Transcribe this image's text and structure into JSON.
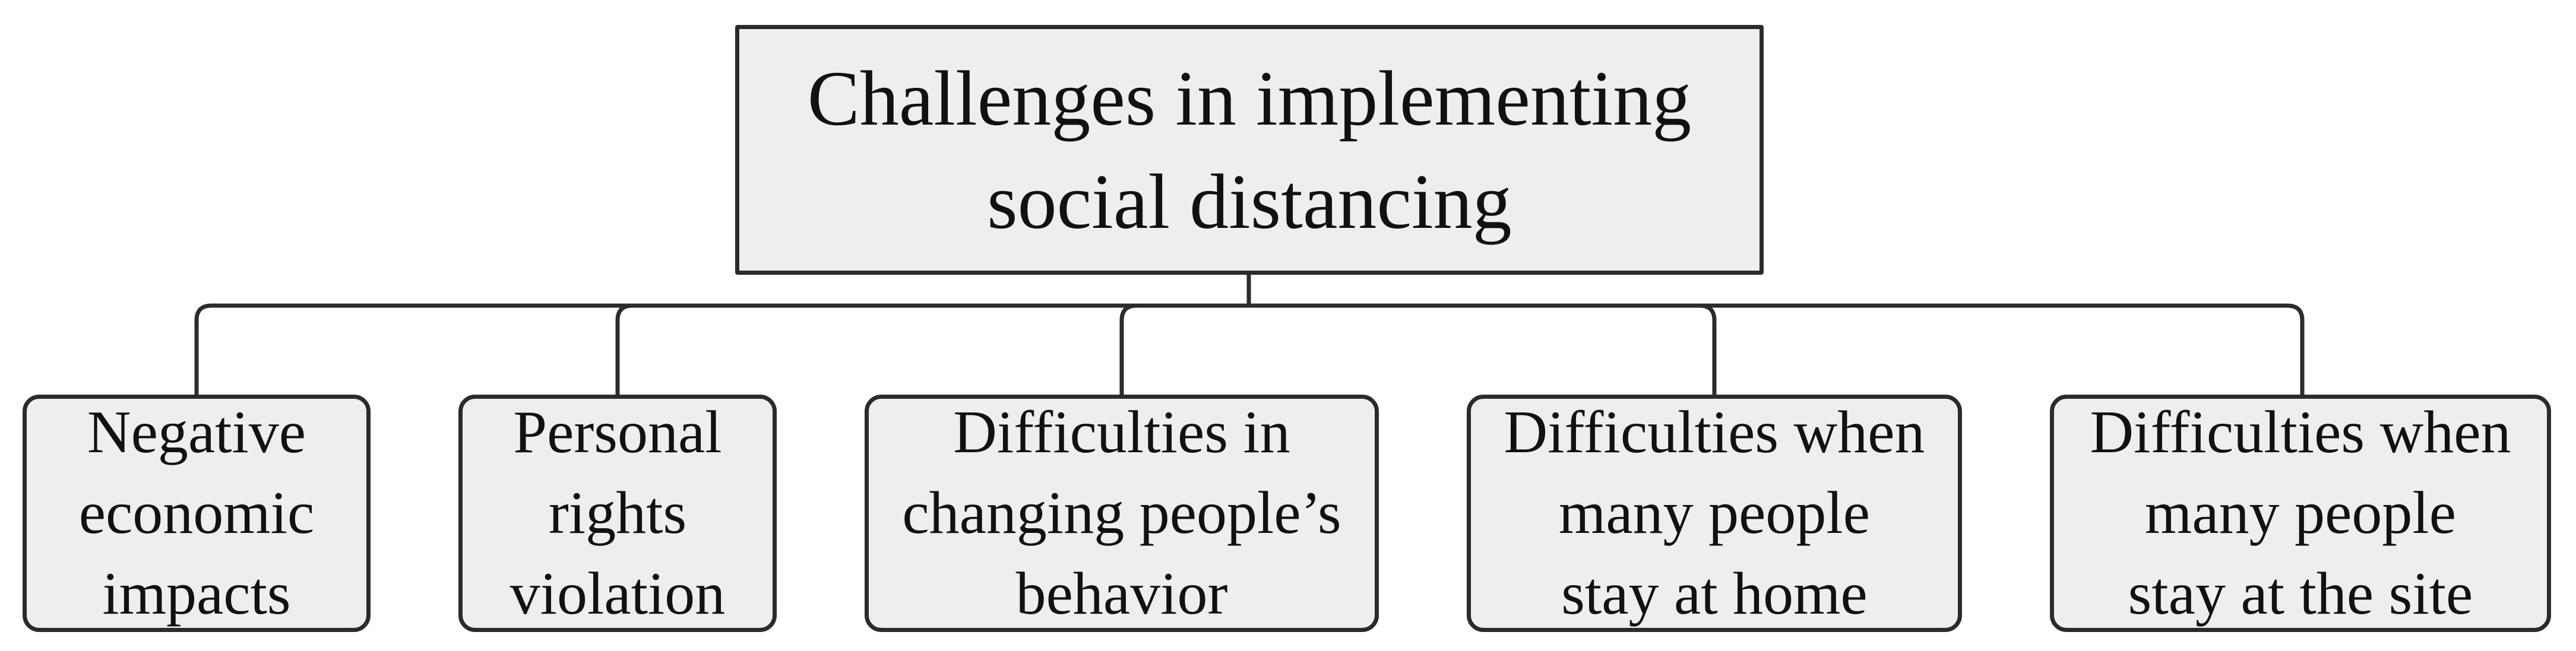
{
  "diagram": {
    "root": {
      "label": "Challenges in implementing\nsocial distancing"
    },
    "children": [
      {
        "label": "Negative\neconomic\nimpacts"
      },
      {
        "label": "Personal\nrights\nviolation"
      },
      {
        "label": "Difficulties in\nchanging people’s\nbehavior"
      },
      {
        "label": "Difficulties when\nmany people\nstay at home"
      },
      {
        "label": "Difficulties when\nmany people\nstay at the site"
      }
    ]
  }
}
